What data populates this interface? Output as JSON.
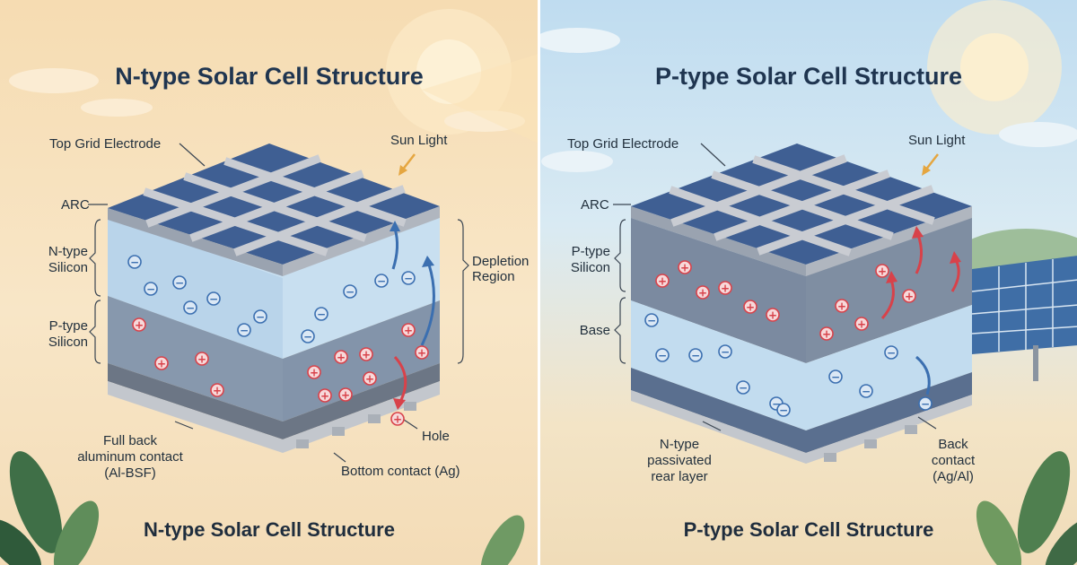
{
  "left": {
    "title": "N-type Solar Cell Structure",
    "subtitle": "N-type Solar Cell Structure",
    "labels": {
      "top_grid": "Top Grid Electrode",
      "sun": "Sun Light",
      "arc": "ARC",
      "ntype_1": "N-type",
      "ntype_2": "Silicon",
      "ptype_1": "P-type",
      "ptype_2": "Silicon",
      "depletion_1": "Depletion",
      "depletion_2": "Region",
      "hole": "Hole",
      "back_1": "Full back",
      "back_2": "aluminum contact",
      "back_3": "(Al-BSF)",
      "bottom": "Bottom contact (Ag)"
    },
    "carrier_symbols": {
      "electron": "−",
      "hole": "+"
    }
  },
  "right": {
    "title": "P-type Solar Cell Structure",
    "subtitle": "P-type Solar Cell Structure",
    "labels": {
      "top_grid": "Top Grid Electrode",
      "sun": "Sun Light",
      "arc": "ARC",
      "ptype_1": "P-type",
      "ptype_2": "Silicon",
      "base": "Base",
      "rear_1": "N-type",
      "rear_2": "passivated",
      "rear_3": "rear layer",
      "back_1": "Back",
      "back_2": "contact",
      "back_3": "(Ag/Al)"
    },
    "carrier_symbols": {
      "electron": "−",
      "hole": "+"
    }
  },
  "colors": {
    "title": "#1f3550",
    "electron": "#3b6fb0",
    "hole": "#d8424a",
    "grid": "#c9ccd2",
    "cell_top": "#3d5f95",
    "n_layer": "#bcd6ec",
    "p_layer": "#7f8fa4"
  }
}
